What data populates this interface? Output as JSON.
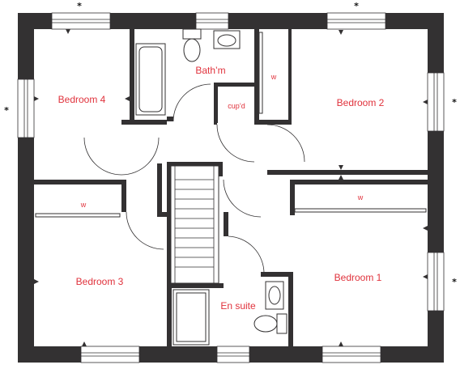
{
  "plan": {
    "rooms": {
      "bedroom4": "Bedroom 4",
      "bathroom": "Bath’m",
      "bedroom2": "Bedroom 2",
      "cupboard": "cup’d",
      "bedroom3": "Bedroom 3",
      "bedroom1": "Bedroom 1",
      "ensuite": "En suite",
      "wardrobe_b2": "w",
      "wardrobe_b3": "w",
      "wardrobe_b1": "w"
    },
    "marker": "*",
    "colors": {
      "walls": "#333132",
      "labels": "#e0323c",
      "background": "#ffffff"
    }
  }
}
